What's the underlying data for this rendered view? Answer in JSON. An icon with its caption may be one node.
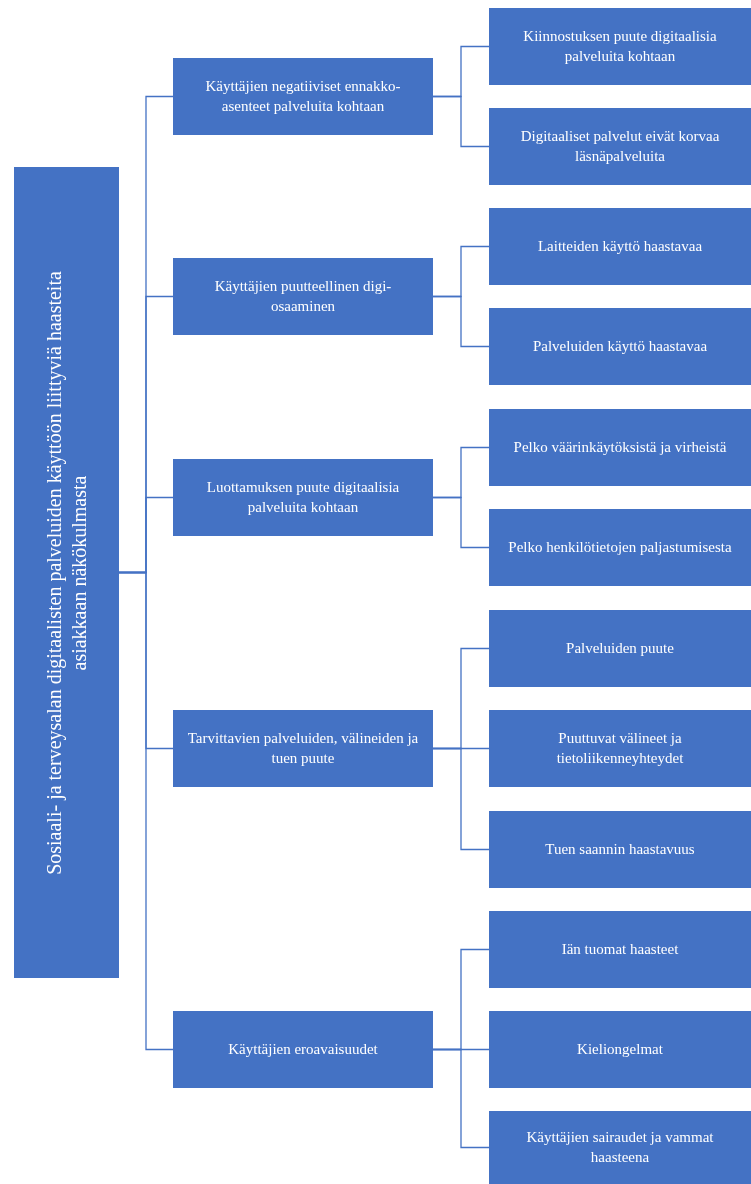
{
  "diagram": {
    "nodes": [
      {
        "text": [
          "Sosiaali- ja terveysalan digitaalisten palveluiden käyttöön liittyviä haasteita asiakkaan näkökulmasta"
        ]
      },
      {
        "text": [
          "Käyttäjien negatiiviset ennakko-asenteet palveluita kohtaan"
        ]
      },
      {
        "text": [
          "Kiinnostuksen puute digitaalisia palveluita kohtaan"
        ]
      },
      {
        "text": [
          "Digitaaliset palvelut eivät korvaa läsnäpalveluita"
        ]
      },
      {
        "text": [
          "Käyttäjien puutteellinen digi-osaaminen"
        ]
      },
      {
        "text": [
          "Laitteiden käyttö haastavaa"
        ]
      },
      {
        "text": [
          "Palveluiden käyttö haastavaa"
        ]
      },
      {
        "text": [
          "Luottamuksen puute digitaalisia palveluita kohtaan"
        ]
      },
      {
        "text": [
          "Pelko väärinkäytöksistä ja virheistä"
        ]
      },
      {
        "text": [
          "Pelko henkilötietojen paljastumisesta"
        ]
      },
      {
        "text": [
          "Tarvittavien palveluiden, välineiden ja tuen puute"
        ]
      },
      {
        "text": [
          "Palveluiden puute"
        ]
      },
      {
        "text": [
          "Puuttuvat välineet ja tietoliikenneyhteydet"
        ]
      },
      {
        "text": [
          "Tuen saannin haastavuus"
        ]
      },
      {
        "text": [
          "Käyttäjien eroavaisuudet"
        ]
      },
      {
        "text": [
          "Iän tuomat haasteet"
        ]
      },
      {
        "text": [
          "Kieliongelmat"
        ]
      },
      {
        "text": [
          "Käyttäjien sairaudet ja vammat haasteena"
        ]
      }
    ],
    "edges": [
      {
        "from": 0,
        "to": 1,
        "arrow": "none"
      },
      {
        "from": 0,
        "to": 4,
        "arrow": "none"
      },
      {
        "from": 0,
        "to": 7,
        "arrow": "none"
      },
      {
        "from": 0,
        "to": 10,
        "arrow": "none"
      },
      {
        "from": 0,
        "to": 14,
        "arrow": "none"
      },
      {
        "from": 1,
        "to": 2,
        "arrow": "none"
      },
      {
        "from": 1,
        "to": 3,
        "arrow": "none"
      },
      {
        "from": 4,
        "to": 5,
        "arrow": "none"
      },
      {
        "from": 4,
        "to": 6,
        "arrow": "none"
      },
      {
        "from": 7,
        "to": 8,
        "arrow": "none"
      },
      {
        "from": 7,
        "to": 9,
        "arrow": "none"
      },
      {
        "from": 10,
        "to": 11,
        "arrow": "none"
      },
      {
        "from": 10,
        "to": 12,
        "arrow": "none"
      },
      {
        "from": 10,
        "to": 13,
        "arrow": "none"
      },
      {
        "from": 14,
        "to": 15,
        "arrow": "none"
      },
      {
        "from": 14,
        "to": 16,
        "arrow": "none"
      },
      {
        "from": 14,
        "to": 17,
        "arrow": "none"
      }
    ]
  }
}
